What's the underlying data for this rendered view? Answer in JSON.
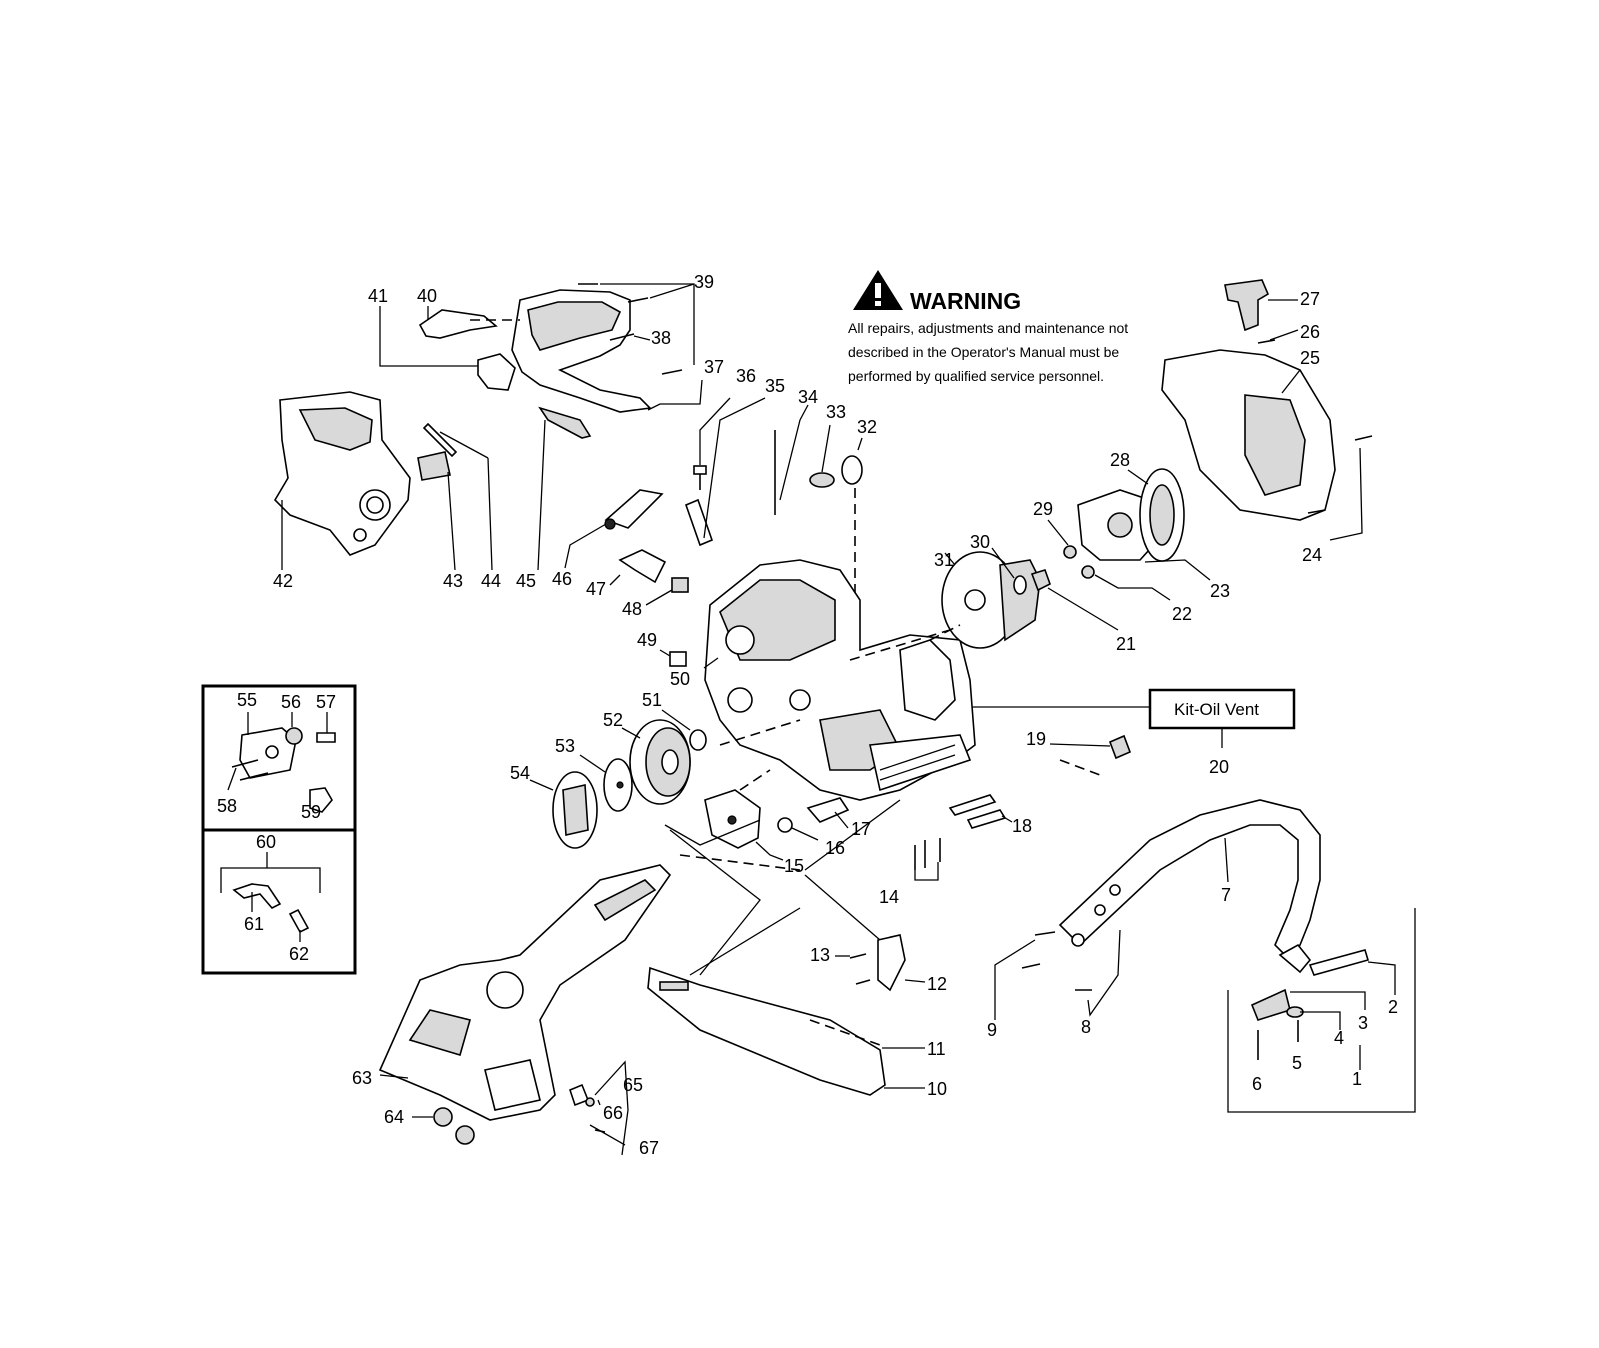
{
  "warning": {
    "title": "WARNING",
    "icon": "exclamation-triangle-icon",
    "lines": [
      "All repairs, adjustments and maintenance not",
      "described in the Operator's Manual must be",
      "performed by qualified  service personnel."
    ]
  },
  "kit_box": {
    "label": "Kit-Oil Vent",
    "ref": "20"
  },
  "labels": [
    "1",
    "2",
    "3",
    "4",
    "5",
    "6",
    "7",
    "8",
    "9",
    "10",
    "11",
    "12",
    "13",
    "14",
    "15",
    "16",
    "17",
    "18",
    "19",
    "20",
    "21",
    "22",
    "23",
    "24",
    "25",
    "26",
    "27",
    "28",
    "29",
    "30",
    "31",
    "32",
    "33",
    "34",
    "35",
    "36",
    "37",
    "38",
    "39",
    "40",
    "41",
    "42",
    "43",
    "44",
    "45",
    "46",
    "47",
    "48",
    "49",
    "50",
    "51",
    "52",
    "53",
    "54",
    "55",
    "56",
    "57",
    "58",
    "59",
    "60",
    "61",
    "62",
    "63",
    "64",
    "65",
    "66",
    "67"
  ]
}
